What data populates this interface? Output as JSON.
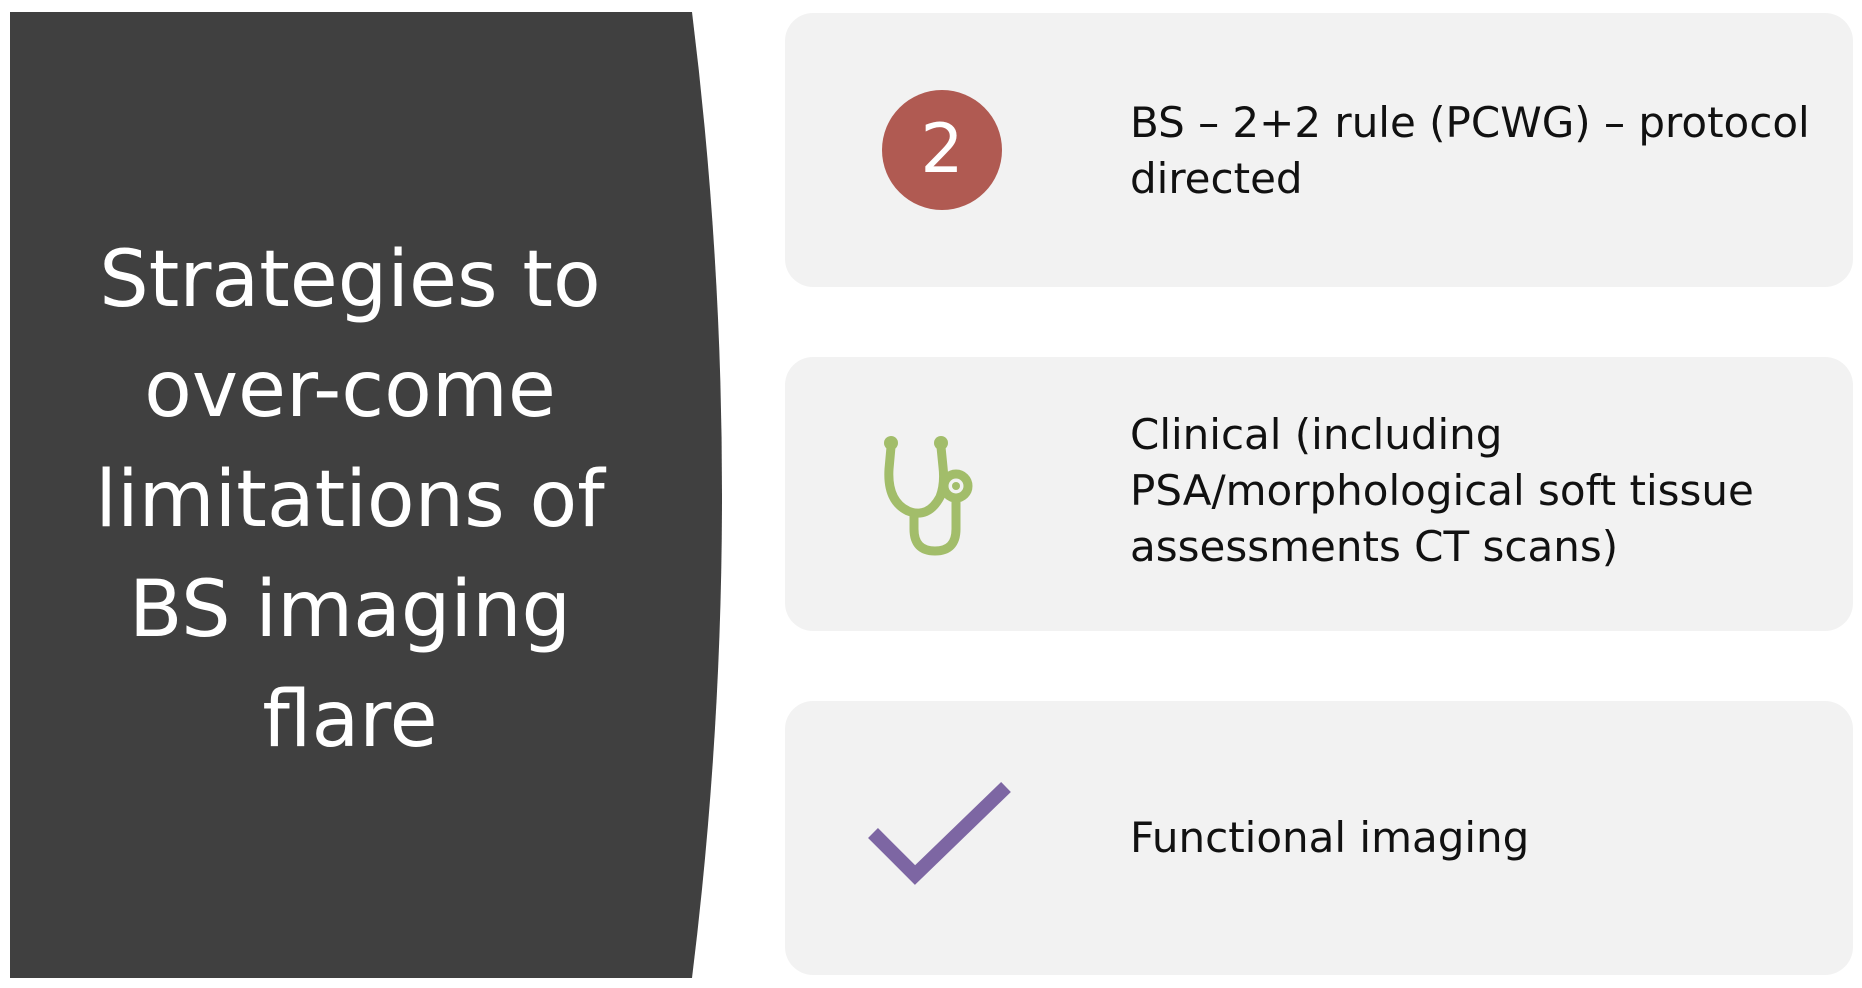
{
  "title": "Strategies to over-come limitations of BS imaging flare",
  "colors": {
    "panel": "#404040",
    "card": "#f2f2f2",
    "badge": "#b05a52",
    "stethoscope": "#a2bd6a",
    "check": "#7d66a3"
  },
  "items": [
    {
      "icon": "number-2-badge",
      "badge_text": "2",
      "text": "BS – 2+2 rule (PCWG) – protocol directed"
    },
    {
      "icon": "stethoscope-icon",
      "text": "Clinical (including PSA/morphological soft tissue assessments CT scans)"
    },
    {
      "icon": "checkmark-icon",
      "text": "Functional imaging"
    }
  ]
}
